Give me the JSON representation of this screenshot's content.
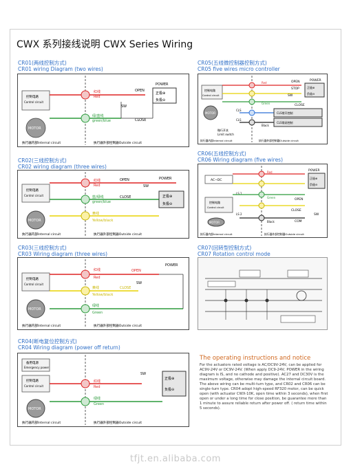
{
  "page": {
    "title": "CWX 系列接线说明 CWX Series Wiring",
    "watermark": "tfjt.en.alibaba.com"
  },
  "sections": {
    "cr01": {
      "cn": "CR01(两线控制方式)",
      "en": "CR01 wiring Diagram (two wires)"
    },
    "cr02": {
      "cn": "CR02(三线控制方式)",
      "en": "CR02 wiring diagram (three wires)"
    },
    "cr03": {
      "cn": "CR03(三线控制方式)",
      "en": "CR03 Wiring diagram (three wires)"
    },
    "cr04": {
      "cn": "CR04(断电复位控制方式)",
      "en": "CR04 Wiring diagram (power off return)"
    },
    "cr05": {
      "cn": "CR05(五线微控制器控制方式)",
      "en": "CR05 five wires micro controller"
    },
    "cr06": {
      "cn": "CR06(五线控制方式)",
      "en": "CR06 Wiring diagram (five wires)"
    },
    "cr07": {
      "cn": "CR07(回转型控制方式)",
      "en": "CR07 Rotation control mode"
    }
  },
  "labels": {
    "internal": "执行器内部Internal circuit",
    "outside": "执行器外部控制器Outside circuit",
    "motor": "MOTOR",
    "control_cn": "控制电路",
    "control_en": "Control circuit",
    "emergency_cn": "备用电源",
    "emergency_en": "Emergency power",
    "red_cn": "红线",
    "red_en": "Red",
    "greenblue_cn": "绿/蓝线",
    "greenblue_en": "green/blue",
    "blue_cn": "蓝/绿线",
    "blue_en": "green/blue",
    "yellow_cn": "黄线",
    "yellow_en": "Yellow/black",
    "green_cn": "绿线",
    "green_en": "Green",
    "black_en": "Black",
    "power": "POWER",
    "open": "OPEN",
    "close": "CLOSE",
    "sw": "SW",
    "stop": "STOP",
    "com": "COM",
    "pos": "正极⊕",
    "neg": "负极⊖",
    "ac_dc": "AC~DC",
    "ls1": "LS 1",
    "ls2": "LS 2",
    "limit_cn": "微行开关",
    "limit_en": "Limit switch",
    "cls": "CLS",
    "cls_box": "CLS常开控制",
    "cls_box2": "CLS常闭控制"
  },
  "notes": {
    "title": "The operating instructions and notice",
    "paragraphs": [
      "For the actuators rated voltage is AC/DC9V-24V, can be applied for AC9V-24V or DC9V-24V. (When apply DC9-24V, POWER in the wiring diagram is IS, and no cathode and positive). AC27 and DC30V is the maximum voltage, otherwise may damage the internal circuit board.",
      "The above wiring can be multi-turn type, and CR02 and CR06 can be single-turn type. CR04 adopt high-speed RF320 motor, can be quick open (with actuator CWX-10K, open time within 3 seconds), when first open or under a long time for close position, be guarantee more than 1 minute to assure reliable return after power off. ( return time within 5 seconds)."
    ]
  }
}
